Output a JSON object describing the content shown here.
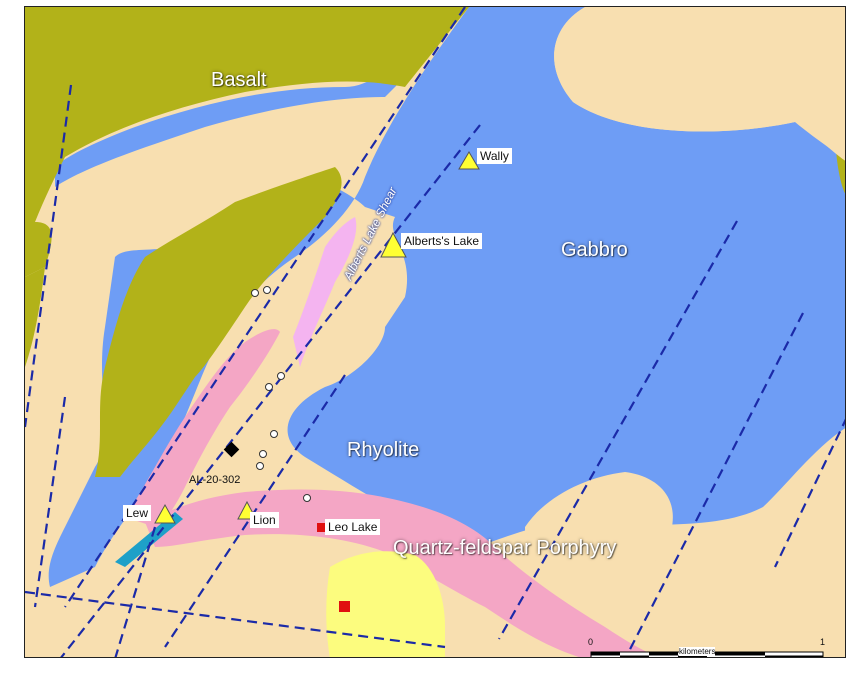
{
  "map": {
    "units": {
      "basalt": "Basalt",
      "gabbro": "Gabbro",
      "rhyolite": "Rhyolite",
      "porphyry": "Quartz-feldspar Porphyry"
    },
    "shear_label": "Alberts Lake Shear",
    "sites": {
      "wally": "Wally",
      "alberts_lake": "Alberts's Lake",
      "lew": "Lew",
      "lion": "Lion",
      "leo_lake": "Leo Lake",
      "drillhole": "AL-20-302"
    },
    "scale": {
      "start": "0",
      "end": "1",
      "unit": "kilometers"
    },
    "colors": {
      "basalt": "#b2b219",
      "gabbro": "#6e9df5",
      "rhyolite": "#f8dfb0",
      "porphyry": "#f4a6c5",
      "felsic_dyke": "#f4b4f0",
      "yellow_unit": "#fcfc7e",
      "sliver": "#1ea0c8",
      "faults": "#1b2aa8",
      "triangle": "#ffff33",
      "square": "#e01010"
    }
  }
}
